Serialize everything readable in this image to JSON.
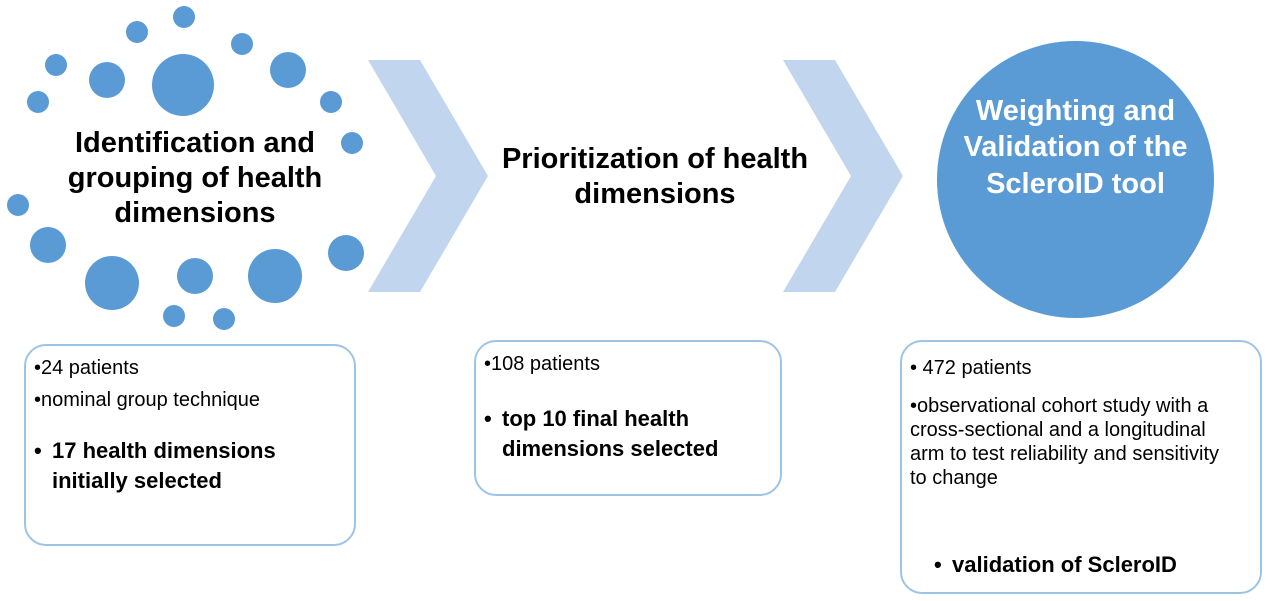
{
  "colors": {
    "dot": "#5b9bd5",
    "chevron": "#c2d5ee",
    "circle": "#5b9bd5",
    "box_border": "#9dc3e6"
  },
  "stages": [
    {
      "title": "Identification and grouping of health dimensions",
      "items": [
        "•24 patients",
        "•nominal group technique"
      ],
      "key_result": "17 health dimensions initially selected"
    },
    {
      "title": "Prioritization of health dimensions",
      "items": [
        "•108 patients"
      ],
      "key_result": "top 10 final health dimensions selected"
    },
    {
      "title": "Weighting and Validation of the ScleroID tool",
      "items": [
        "• 472 patients",
        "•observational cohort study with a cross-sectional and a longitudinal arm to test reliability and sensitivity to change"
      ],
      "key_result": "validation of ScleroID"
    }
  ],
  "bullet": "•"
}
